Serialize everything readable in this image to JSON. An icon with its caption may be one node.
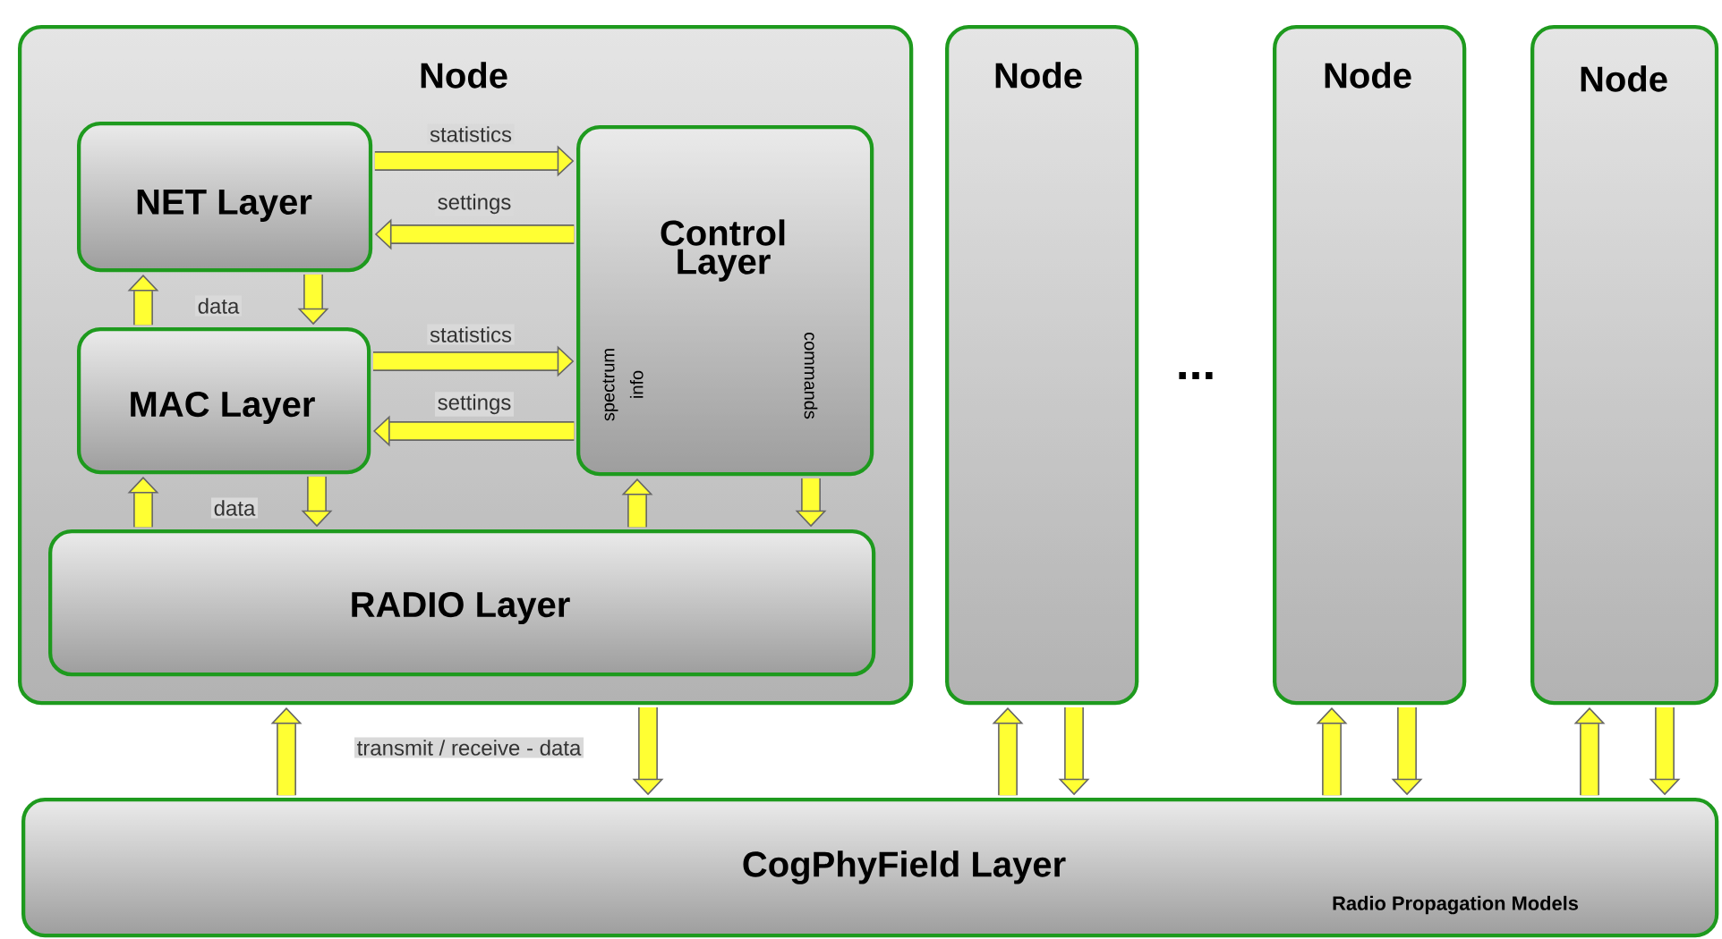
{
  "diagram": {
    "nodes": [
      {
        "text": [
          "Node"
        ]
      },
      {
        "text": [
          "NET Layer"
        ],
        "in": 0
      },
      {
        "text": [
          "Control Layer",
          "spectrum info",
          "commands"
        ],
        "in": 0
      },
      {
        "text": [
          "MAC Layer"
        ],
        "in": 0
      },
      {
        "text": [
          "RADIO Layer"
        ],
        "in": 0
      },
      {
        "text": [
          "Node"
        ]
      },
      {
        "text": [
          "Node"
        ]
      },
      {
        "text": [
          "Node"
        ]
      },
      {
        "text": [
          "CogPhyField Layer",
          "Radio Propagation Models"
        ]
      }
    ],
    "edges": [
      {
        "from": 1,
        "to": 2,
        "arrow": "to",
        "label": "statistics"
      },
      {
        "from": 2,
        "to": 1,
        "arrow": "to",
        "label": "settings"
      },
      {
        "from": 3,
        "to": 2,
        "arrow": "to",
        "label": "statistics"
      },
      {
        "from": 2,
        "to": 3,
        "arrow": "to",
        "label": "settings"
      },
      {
        "from": 3,
        "to": 1,
        "arrow": "to",
        "label": "data"
      },
      {
        "from": 1,
        "to": 3,
        "arrow": "to"
      },
      {
        "from": 4,
        "to": 3,
        "arrow": "to",
        "label": "data"
      },
      {
        "from": 3,
        "to": 4,
        "arrow": "to"
      },
      {
        "from": 4,
        "to": 2,
        "arrow": "to"
      },
      {
        "from": 2,
        "to": 4,
        "arrow": "to"
      },
      {
        "from": 8,
        "to": 0,
        "arrow": "to",
        "label": "transmit / receive - data"
      },
      {
        "from": 0,
        "to": 8,
        "arrow": "to"
      },
      {
        "from": 8,
        "to": 5,
        "arrow": "to"
      },
      {
        "from": 5,
        "to": 8,
        "arrow": "to"
      },
      {
        "from": 8,
        "to": 6,
        "arrow": "to"
      },
      {
        "from": 6,
        "to": 8,
        "arrow": "to"
      },
      {
        "from": 8,
        "to": 7,
        "arrow": "to"
      },
      {
        "from": 7,
        "to": 8,
        "arrow": "to"
      }
    ],
    "labels": [
      "..."
    ]
  }
}
